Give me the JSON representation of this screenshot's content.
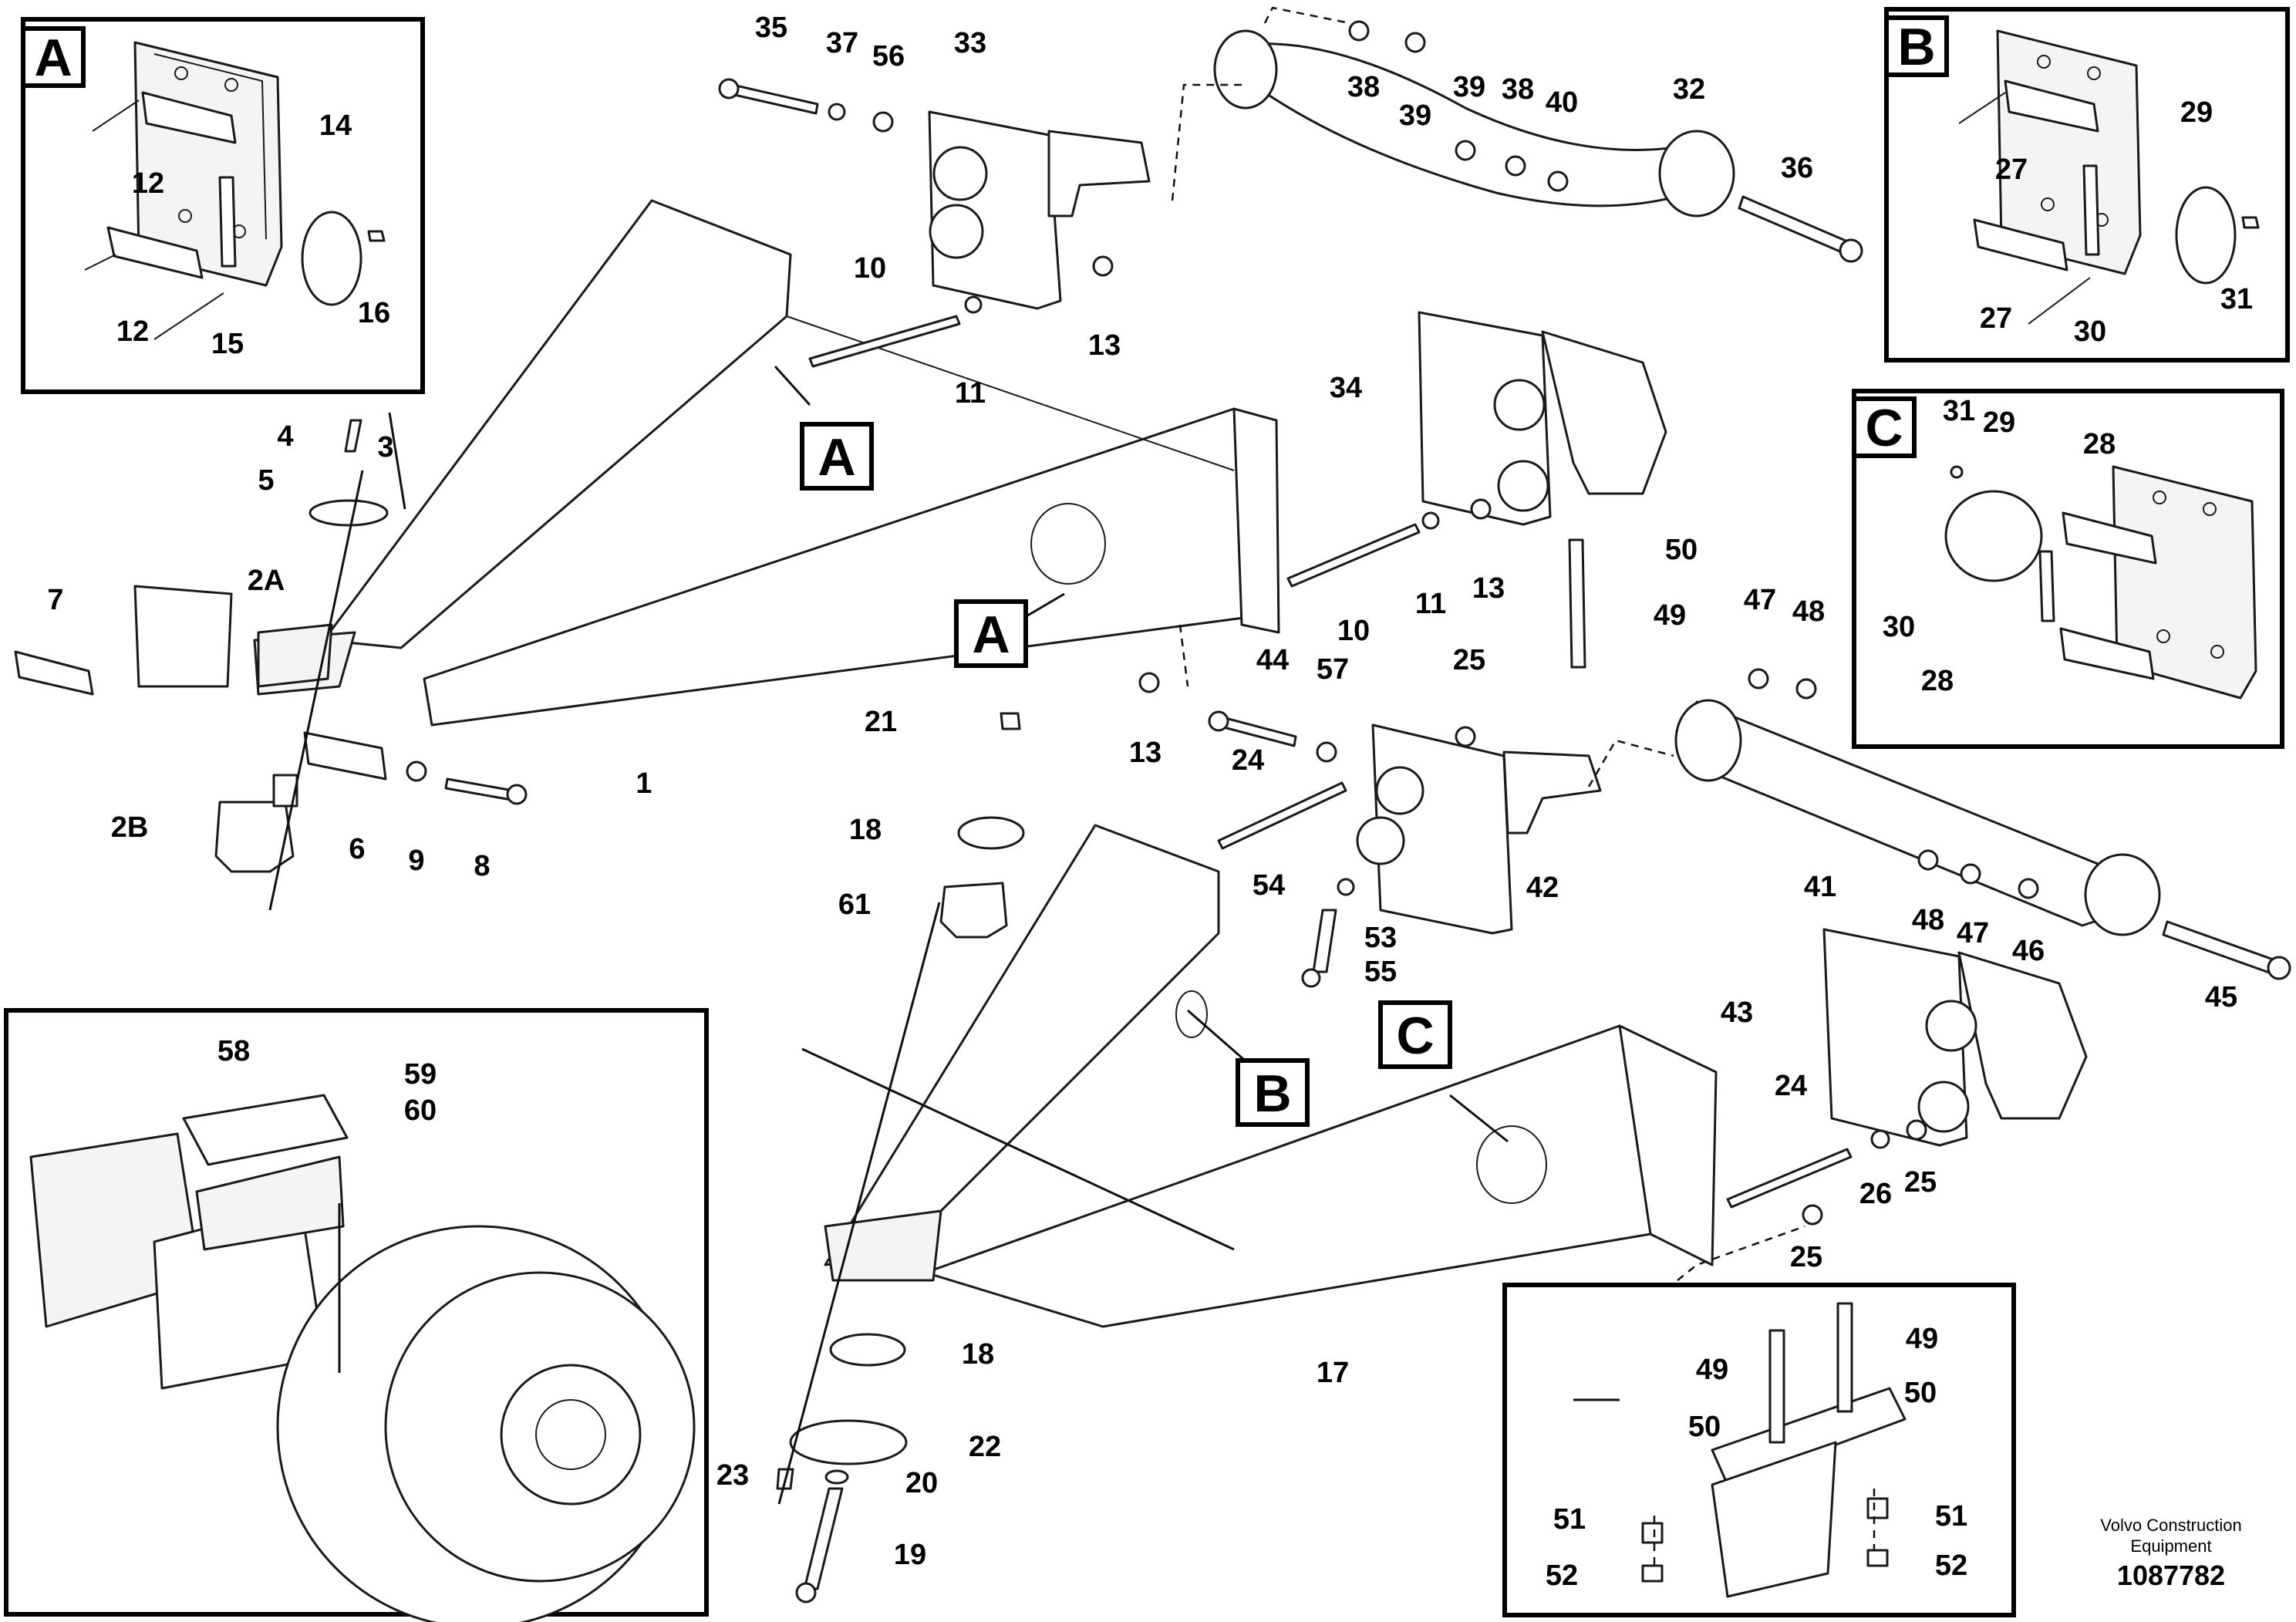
{
  "detail_tags": {
    "inset_a": "A",
    "inset_b": "B",
    "inset_c": "C",
    "callout_a1": "A",
    "callout_a2": "A",
    "callout_b": "B",
    "callout_c": "C"
  },
  "part_labels": {
    "p35": "35",
    "p37": "37",
    "p56": "56",
    "p33": "33",
    "p38a": "38",
    "p39a": "39",
    "p39b": "39",
    "p38b": "38",
    "p40": "40",
    "p32": "32",
    "p36": "36",
    "p12a": "12",
    "p14": "14",
    "p12b": "12",
    "p15": "15",
    "p16": "16",
    "p10a": "10",
    "p11a": "11",
    "p13a": "13",
    "p4": "4",
    "p3": "3",
    "p5": "5",
    "p2A": "2A",
    "p7": "7",
    "p1": "1",
    "p6": "6",
    "p9": "9",
    "p8": "8",
    "p2B": "2B",
    "p34": "34",
    "p50a": "50",
    "p49a": "49",
    "p10b": "10",
    "p11b": "11",
    "p13b": "13",
    "p13c": "13",
    "p27a": "27",
    "p29a": "29",
    "p27b": "27",
    "p30a": "30",
    "p31a": "31",
    "p31b": "31",
    "p29b": "29",
    "p28a": "28",
    "p30b": "30",
    "p28b": "28",
    "p47a": "47",
    "p48a": "48",
    "p44": "44",
    "p57": "57",
    "p25a": "25",
    "p21": "21",
    "p24a": "24",
    "p18a": "18",
    "p54": "54",
    "p42": "42",
    "p61": "61",
    "p53": "53",
    "p55": "55",
    "p41": "41",
    "p48b": "48",
    "p47b": "47",
    "p46": "46",
    "p45": "45",
    "p43": "43",
    "p24b": "24",
    "p26": "26",
    "p25b": "25",
    "p25c": "25",
    "p17": "17",
    "p18b": "18",
    "p22": "22",
    "p23": "23",
    "p20": "20",
    "p19": "19",
    "p58": "58",
    "p59": "59",
    "p60": "60",
    "p49b": "49",
    "p49c": "49",
    "p50b": "50",
    "p50c": "50",
    "p51a": "51",
    "p51b": "51",
    "p52a": "52",
    "p52b": "52"
  },
  "footer": {
    "brand_line1": "Volvo Construction",
    "brand_line2": "Equipment",
    "drawing_number": "1087782"
  }
}
